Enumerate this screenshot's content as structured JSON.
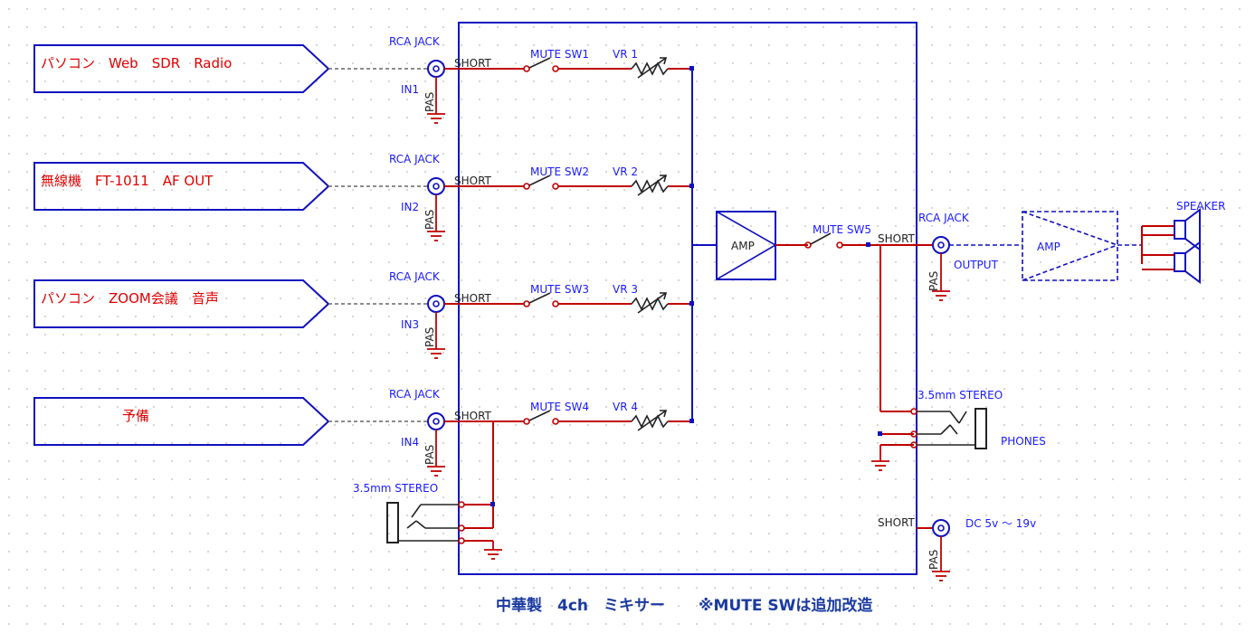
{
  "title": "中華製　4ch　ミキサー",
  "title_note": "※MUTE SWは追加改造",
  "colors": {
    "box": "#1010c0",
    "wire": "#c00000",
    "source_text": "#e00000",
    "label_text": "#1a1aff"
  },
  "inputs": [
    {
      "source": "パソコン　Web　SDR　Radio",
      "jack": "RCA JACK",
      "in_label": "IN1",
      "short": "SHORT",
      "pas": "PAS",
      "switch": "MUTE SW1",
      "vr": "VR 1"
    },
    {
      "source": "無線機　FT-1011　AF OUT",
      "jack": "RCA JACK",
      "in_label": "IN2",
      "short": "SHORT",
      "pas": "PAS",
      "switch": "MUTE SW2",
      "vr": "VR 2"
    },
    {
      "source": "パソコン　ZOOM会議　音声",
      "jack": "RCA JACK",
      "in_label": "IN3",
      "short": "SHORT",
      "pas": "PAS",
      "switch": "MUTE SW3",
      "vr": "VR 3"
    },
    {
      "source": "予備",
      "jack": "RCA JACK",
      "in_label": "IN4",
      "short": "SHORT",
      "pas": "PAS",
      "switch": "MUTE SW4",
      "vr": "VR 4"
    }
  ],
  "aux_input": {
    "label": "3.5mm STEREO"
  },
  "amp": {
    "label": "AMP"
  },
  "output_switch": {
    "label": "MUTE SW5"
  },
  "output": {
    "jack": "RCA JACK",
    "short": "SHORT",
    "label": "OUTPUT",
    "pas": "PAS"
  },
  "external_amp": {
    "label": "AMP"
  },
  "speaker": {
    "label": "SPEAKER"
  },
  "phones": {
    "jack": "3.5mm STEREO",
    "label": "PHONES"
  },
  "power": {
    "short": "SHORT",
    "label": "DC 5v ～ 19v",
    "pas": "PAS"
  }
}
